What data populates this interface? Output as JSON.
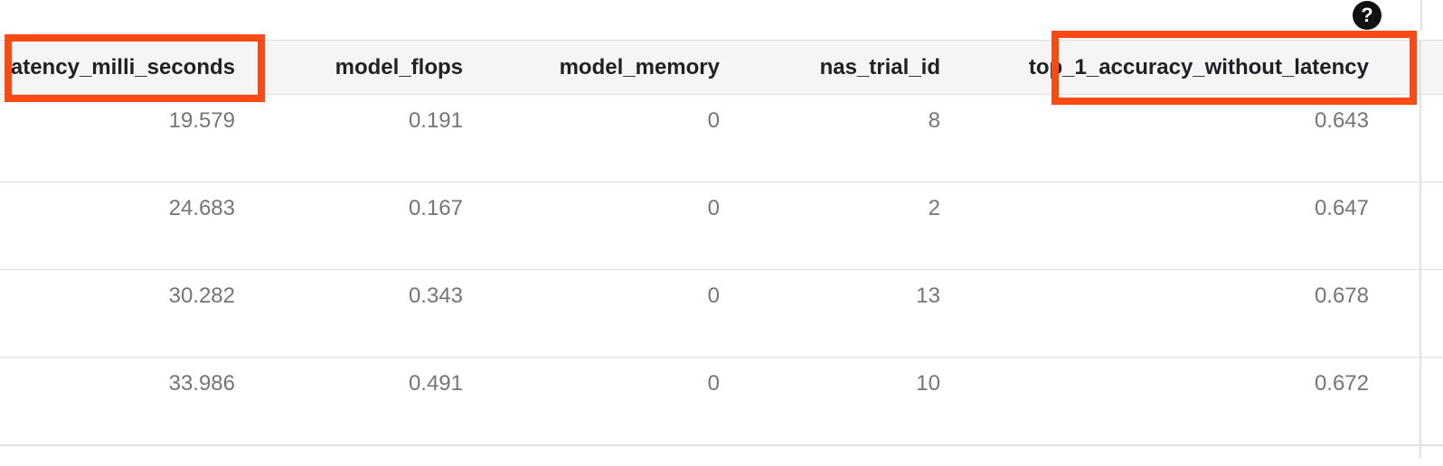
{
  "help_icon": {
    "glyph": "?"
  },
  "colors": {
    "accent": "#f84a12",
    "header_bg": "#f5f5f5",
    "border": "#e0e0e0",
    "header_text": "#202124",
    "cell_text": "#757575",
    "icon_bg": "#111111",
    "icon_fg": "#ffffff"
  },
  "table": {
    "columns": [
      {
        "key": "latency_milli_seconds",
        "label": "latency_milli_seconds",
        "highlighted": true
      },
      {
        "key": "model_flops",
        "label": "model_flops",
        "highlighted": false
      },
      {
        "key": "model_memory",
        "label": "model_memory",
        "highlighted": false
      },
      {
        "key": "nas_trial_id",
        "label": "nas_trial_id",
        "highlighted": false
      },
      {
        "key": "top_1_accuracy_without_latency",
        "label": "top_1_accuracy_without_latency",
        "highlighted": true
      }
    ],
    "rows": [
      [
        "19.579",
        "0.191",
        "0",
        "8",
        "0.643"
      ],
      [
        "24.683",
        "0.167",
        "0",
        "2",
        "0.647"
      ],
      [
        "30.282",
        "0.343",
        "0",
        "13",
        "0.678"
      ],
      [
        "33.986",
        "0.491",
        "0",
        "10",
        "0.672"
      ]
    ]
  }
}
